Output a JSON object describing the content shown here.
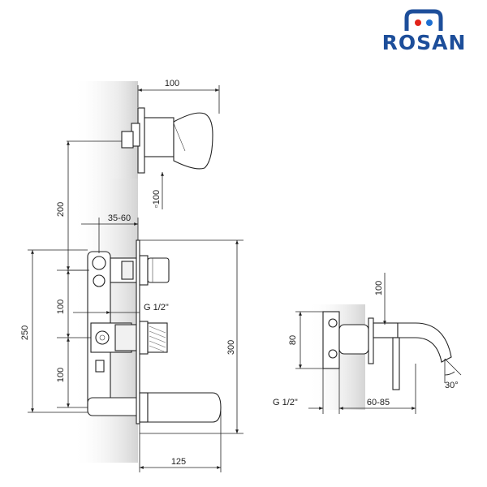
{
  "brand": {
    "name": "ROSAN",
    "colors": {
      "text": "#1d4e9a",
      "hot": "#e2231a",
      "cold": "#1d6fd1"
    }
  },
  "dimensions": {
    "top_view_width": "100",
    "top_view_square": "▫100",
    "vertical_200": "200",
    "spacing_35_60": "35-60",
    "spacing_100_upper": "100",
    "thread_left": "G 1/2\"",
    "total_250": "250",
    "spacing_100_lower": "100",
    "height_300": "300",
    "depth_125": "125",
    "spout_100": "100",
    "spout_80": "80",
    "thread_right": "G 1/2\"",
    "reach_60_85": "60-85",
    "angle_30": "30°"
  }
}
